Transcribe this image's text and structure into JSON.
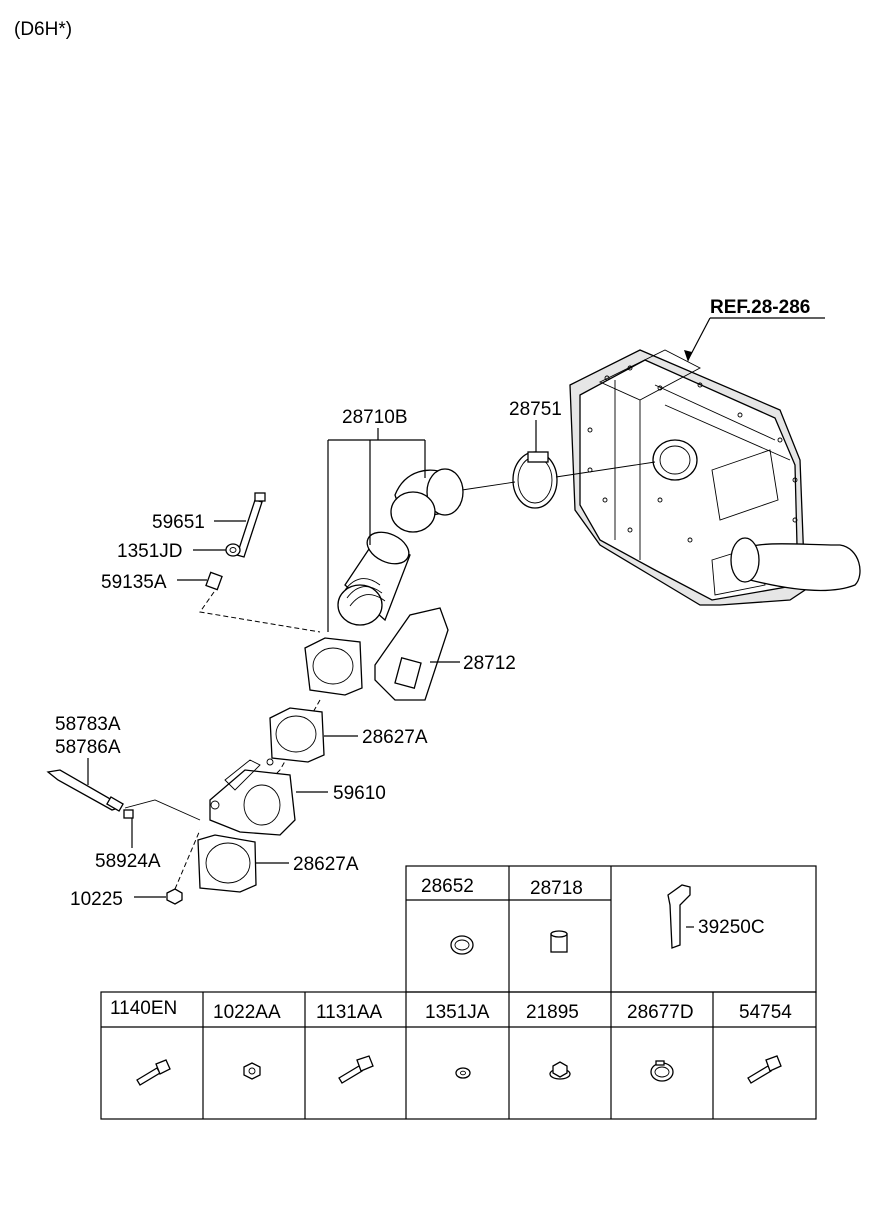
{
  "header": {
    "engine_code": "(D6H*)"
  },
  "reference": {
    "label": "REF.28-286"
  },
  "callouts": {
    "p28710B": "28710B",
    "p28751": "28751",
    "p59651": "59651",
    "p1351JD": "1351JD",
    "p59135A": "59135A",
    "p28712": "28712",
    "p58783A": "58783A",
    "p58786A": "58786A",
    "p28627A_upper": "28627A",
    "p59610": "59610",
    "p58924A": "58924A",
    "p28627A_lower": "28627A",
    "p10225": "10225"
  },
  "upper_table": {
    "cells": [
      "28652",
      "28718"
    ],
    "side_part": "39250C"
  },
  "lower_table": {
    "cells": [
      "1140EN",
      "1022AA",
      "1131AA",
      "1351JA",
      "21895",
      "28677D",
      "54754"
    ]
  }
}
